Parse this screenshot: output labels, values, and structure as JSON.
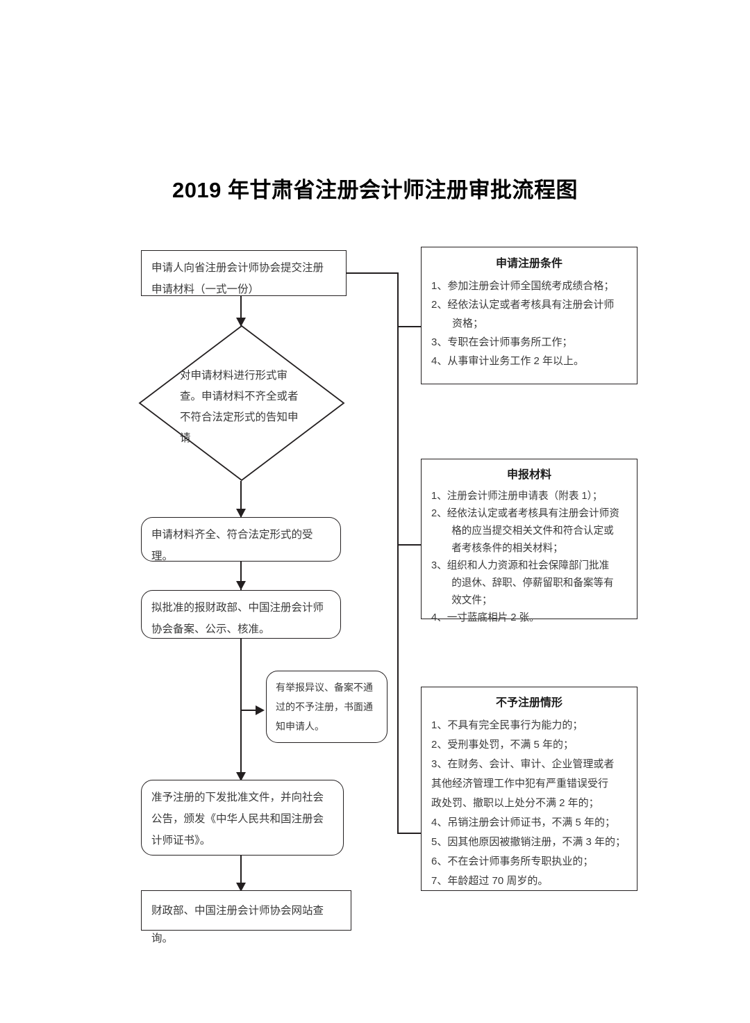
{
  "document": {
    "title": "2019 年甘肃省注册会计师注册审批流程图"
  },
  "flow": {
    "nodes": [
      {
        "id": "submit",
        "shape": "rectangle",
        "text": "申请人向省注册会计师协会提交注册\n申请材料（一式一份）"
      },
      {
        "id": "review",
        "shape": "diamond",
        "text": "对申请材料进行形式审查。申请材料不齐全或者不符合法定形式的告知申请"
      },
      {
        "id": "accept",
        "shape": "rounded-rectangle",
        "text": "申请材料齐全、符合法定形式的受理。"
      },
      {
        "id": "approve-filing",
        "shape": "rounded-rectangle",
        "text": "拟批准的报财政部、中国注册会计师协会备案、公示、核准。"
      },
      {
        "id": "objection-note",
        "shape": "rounded-rectangle",
        "text": "有举报异议、备案不通过的不予注册，书面通知申请人。"
      },
      {
        "id": "issue-certificate",
        "shape": "rounded-rectangle",
        "text": "准予注册的下发批准文件，并向社会公告，颁发《中华人民共和国注册会计师证书》。"
      },
      {
        "id": "website-query",
        "shape": "rectangle",
        "text": "财政部、中国注册会计师协会网站查询。"
      }
    ]
  },
  "panels": [
    {
      "id": "conditions",
      "title": "申请注册条件",
      "items": [
        "1、参加注册会计师全国统考成绩合格；",
        "2、经依法认定或者考核具有注册会计师\n　　资格；",
        "3、专职在会计师事务所工作；",
        "4、从事审计业务工作 2 年以上。"
      ]
    },
    {
      "id": "materials",
      "title": "申报材料",
      "items": [
        "1、注册会计师注册申请表（附表 1）；",
        "2、经依法认定或者考核具有注册会计师资\n　　格的应当提交相关文件和符合认定或\n　　者考核条件的相关材料；",
        "3、组织和人力资源和社会保障部门批准\n　　的退休、辞职、停薪留职和备案等有\n　　效文件；",
        "4、一寸蓝底相片 2 张。"
      ]
    },
    {
      "id": "refusal",
      "title": "不予注册情形",
      "items": [
        "1、不具有完全民事行为能力的；",
        "2、受刑事处罚，不满 5 年的；",
        "3、在财务、会计、审计、企业管理或者",
        "其他经济管理工作中犯有严重错误受行",
        "政处罚、撤职以上处分不满 2 年的；",
        "4、吊销注册会计师证书，不满 5 年的；",
        "5、因其他原因被撤销注册，不满 3 年的；",
        "6、不在会计师事务所专职执业的；",
        "7、年龄超过 70 周岁的。"
      ]
    }
  ],
  "theme": {
    "stroke": "#231f20",
    "text": "#3a3a3a",
    "background": "#ffffff"
  }
}
